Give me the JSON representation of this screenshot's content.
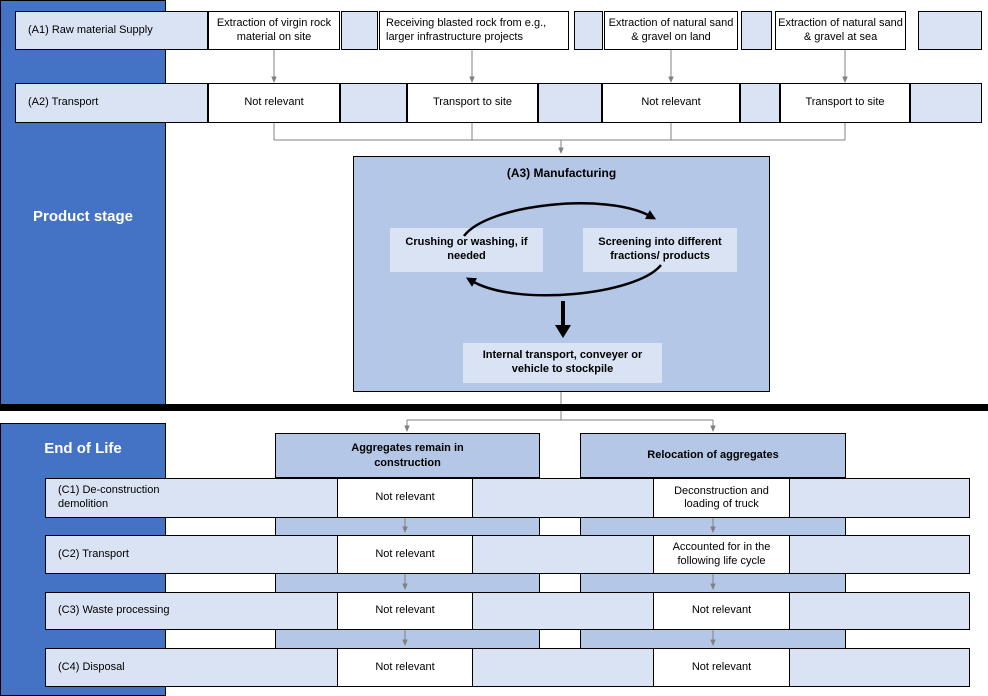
{
  "colors": {
    "sidebar_blue": "#4472C4",
    "medium_blue": "#B4C7E7",
    "light_blue": "#DAE3F3",
    "line_gray": "#808080",
    "arrow_black": "#000000"
  },
  "sidebar": {
    "product_stage_label": "Product stage",
    "end_of_life_label": "End of Life"
  },
  "product_stage": {
    "rows": [
      {
        "label": "(A1) Raw material Supply",
        "cells": [
          "Extraction of virgin rock material on site",
          "Receiving blasted rock from e.g., larger infrastructure projects",
          "Extraction of natural sand & gravel on land",
          "Extraction of natural sand & gravel at sea"
        ]
      },
      {
        "label": "(A2) Transport",
        "cells": [
          "Not relevant",
          "Transport to site",
          "Not relevant",
          "Transport to site"
        ]
      }
    ],
    "manufacturing": {
      "title": "(A3) Manufacturing",
      "crushing": "Crushing or washing, if needed",
      "screening": "Screening into different fractions/ products",
      "internal_transport": "Internal transport, conveyer or vehicle to stockpile"
    }
  },
  "end_of_life": {
    "branches": [
      "Aggregates remain in construction",
      "Relocation of aggregates"
    ],
    "rows": [
      {
        "label": "(C1) De-construction demolition",
        "left": "Not relevant",
        "right": "Deconstruction and loading of truck"
      },
      {
        "label": "(C2) Transport",
        "left": "Not relevant",
        "right": "Accounted for in the following life cycle"
      },
      {
        "label": "(C3) Waste processing",
        "left": "Not relevant",
        "right": "Not relevant"
      },
      {
        "label": "(C4) Disposal",
        "left": "Not relevant",
        "right": "Not relevant"
      }
    ]
  }
}
